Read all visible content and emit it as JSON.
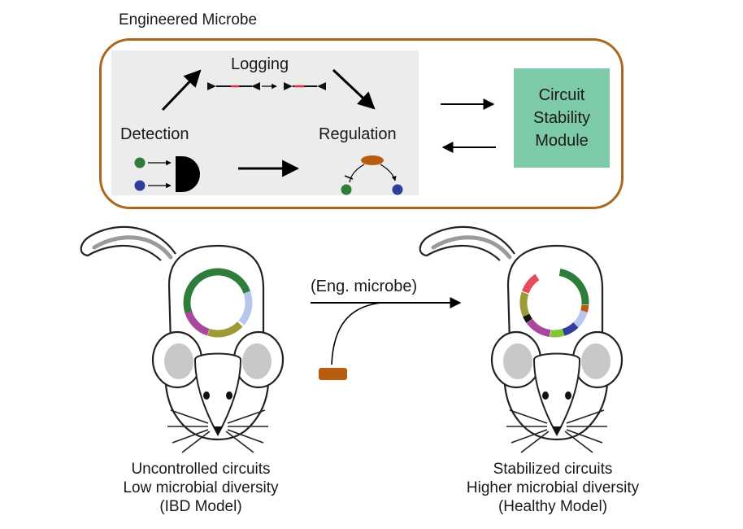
{
  "header": {
    "title": "Engineered Microbe"
  },
  "panel": {
    "logging_label": "Logging",
    "detection_label": "Detection",
    "regulation_label": "Regulation"
  },
  "module": {
    "lines": [
      "Circuit",
      "Stability",
      "Module"
    ]
  },
  "transition": {
    "label": "(Eng. microbe)"
  },
  "left_mouse": {
    "caption_lines": [
      "Uncontrolled circuits",
      "Low microbial diversity",
      "(IBD Model)"
    ]
  },
  "right_mouse": {
    "caption_lines": [
      "Stabilized circuits",
      "Higher microbial diversity",
      "(Healthy Model)"
    ]
  },
  "colors": {
    "box_border": "#b0651e",
    "panel_bg": "#ececec",
    "module_bg": "#7dcaa9",
    "green": "#2e7d3b",
    "blue": "#2f3f9a",
    "red": "#e0303a",
    "orange": "#b85d10"
  }
}
